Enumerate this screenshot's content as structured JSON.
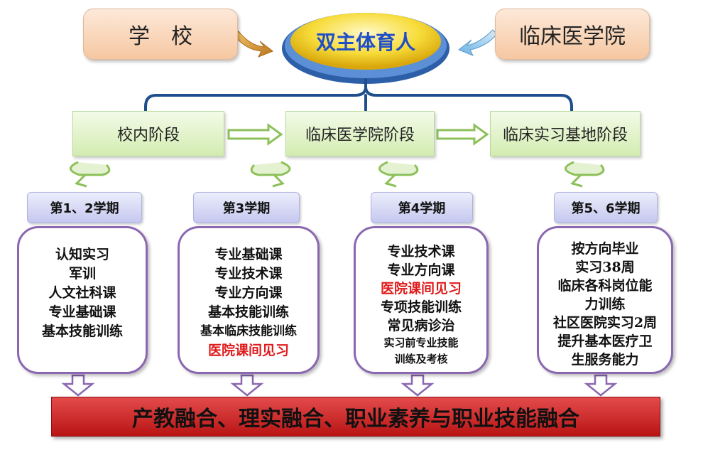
{
  "top": {
    "left_label": "学　校",
    "center_label": "双主体育人",
    "right_label": "临床医学院"
  },
  "stages": [
    {
      "label": "校内阶段"
    },
    {
      "label": "临床医学院阶段"
    },
    {
      "label": "临床实习基地阶段"
    }
  ],
  "semesters": [
    {
      "label": "第1、2学期",
      "items": [
        {
          "text": "认知实习",
          "highlight": false
        },
        {
          "text": "军训",
          "highlight": false
        },
        {
          "text": "人文社科课",
          "highlight": false
        },
        {
          "text": "专业基础课",
          "highlight": false
        },
        {
          "text": "基本技能训练",
          "highlight": false
        }
      ]
    },
    {
      "label": "第3学期",
      "items": [
        {
          "text": "专业基础课",
          "highlight": false
        },
        {
          "text": "专业技术课",
          "highlight": false
        },
        {
          "text": "专业方向课",
          "highlight": false
        },
        {
          "text": "基本技能训练",
          "highlight": false
        },
        {
          "text": "基本临床技能训练",
          "highlight": false
        },
        {
          "text": "医院课间见习",
          "highlight": true
        }
      ]
    },
    {
      "label": "第4学期",
      "items": [
        {
          "text": "专业技术课",
          "highlight": false
        },
        {
          "text": "专业方向课",
          "highlight": false
        },
        {
          "text": "医院课间见习",
          "highlight": true
        },
        {
          "text": "专项技能训练",
          "highlight": false
        },
        {
          "text": "常见病诊治",
          "highlight": false
        },
        {
          "text": "实习前专业技能",
          "highlight": false
        },
        {
          "text": "训练及考核",
          "highlight": false
        }
      ]
    },
    {
      "label": "第5、6学期",
      "items": [
        {
          "text": "按方向毕业",
          "highlight": false
        },
        {
          "text": "实习38周",
          "highlight": false
        },
        {
          "text": "临床各科岗位能",
          "highlight": false
        },
        {
          "text": "力训练",
          "highlight": false
        },
        {
          "text": "社区医院实习2周",
          "highlight": false
        },
        {
          "text": "提升基本医疗卫",
          "highlight": false
        },
        {
          "text": "生服务能力",
          "highlight": false
        }
      ]
    }
  ],
  "bottom_banner": "产教融合、理实融合、职业素养与职业技能融合",
  "colors": {
    "highlight": "#e01b1b",
    "connector": "#1f4e8c",
    "banner": "#c62020"
  }
}
